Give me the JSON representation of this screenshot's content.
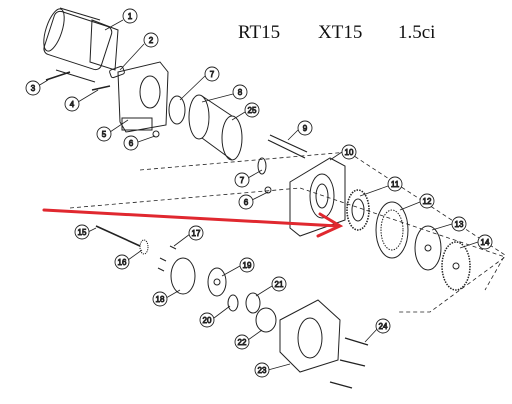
{
  "title": {
    "model_a": "RT15",
    "model_b": "XT15",
    "capacity": "1.5ci"
  },
  "callouts": [
    "1",
    "2",
    "3",
    "4",
    "5",
    "6",
    "7",
    "8",
    "9",
    "10",
    "11",
    "12",
    "13",
    "14",
    "15",
    "16",
    "17",
    "18",
    "19",
    "20",
    "21",
    "22",
    "23",
    "24",
    "25",
    "6",
    "7"
  ],
  "colors": {
    "arrow": "#e0282f",
    "line": "#222222",
    "callout_fill": "#ffffff"
  },
  "icons": [
    "red-arrow-icon"
  ]
}
